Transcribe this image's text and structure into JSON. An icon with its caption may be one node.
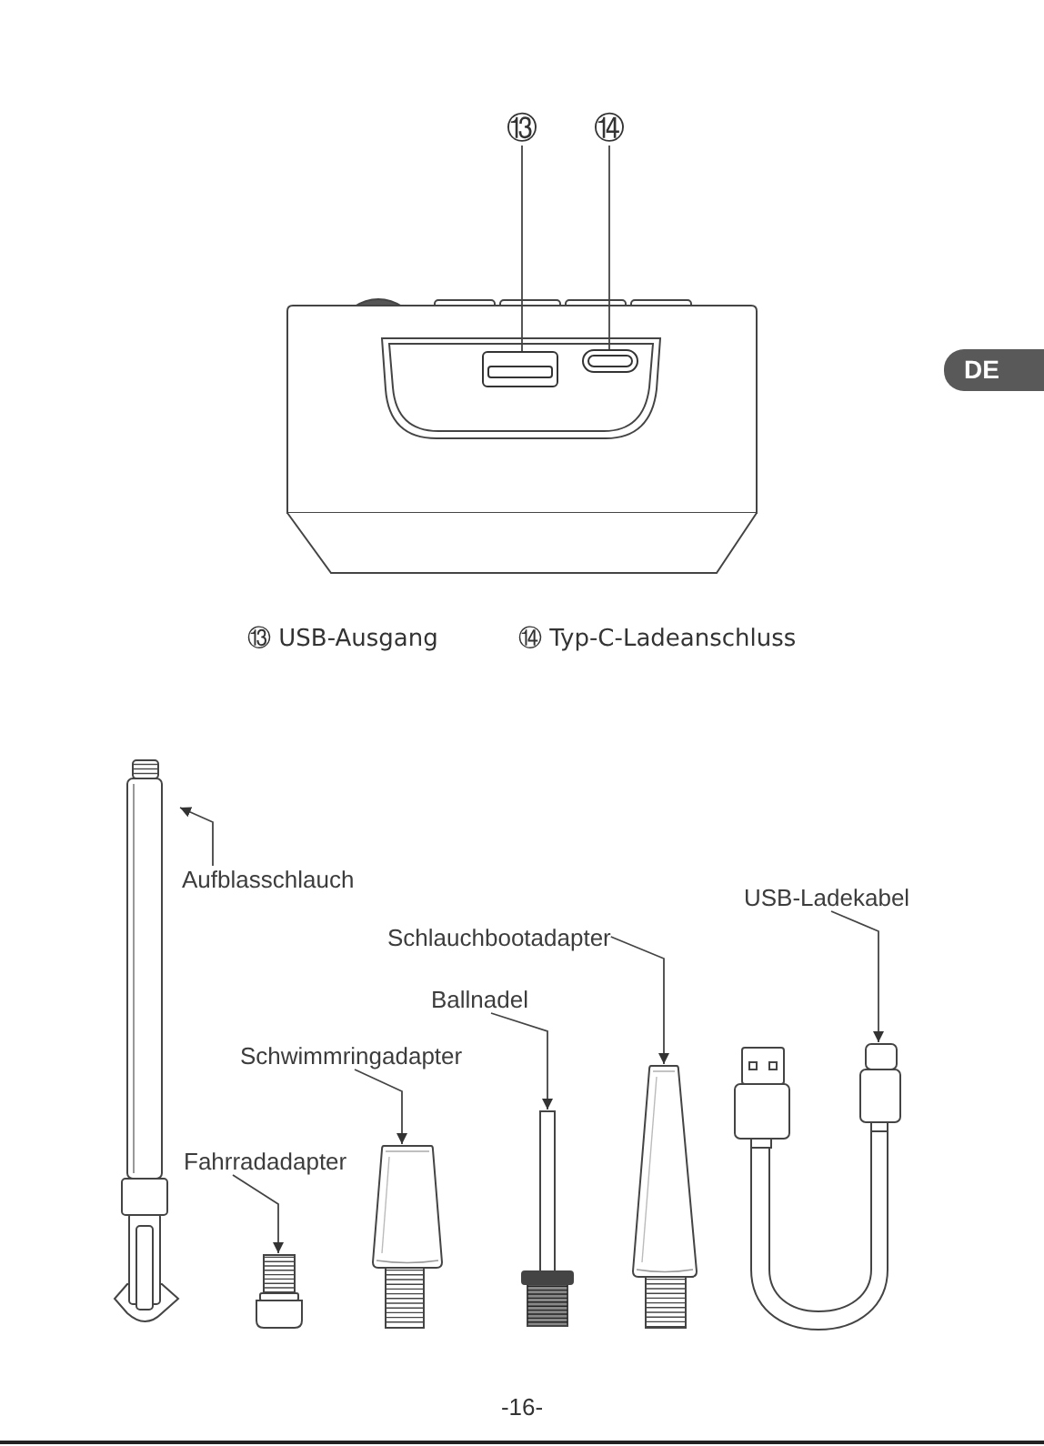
{
  "diagram": {
    "nodes": [
      {
        "text": [
          "⑬"
        ]
      },
      {
        "text": [
          "⑭"
        ]
      },
      {
        "text": [],
        "shape": "box"
      },
      {
        "text": [],
        "shape": "box"
      },
      {
        "text": [
          "Aufblasschlauch"
        ]
      },
      {
        "text": [
          "USB-Ladekabel"
        ]
      },
      {
        "text": [
          "Schlauchbootadapter"
        ]
      },
      {
        "text": [
          "Ballnadel"
        ]
      },
      {
        "text": [
          "Schwimmringadapter"
        ]
      },
      {
        "text": [
          "Fahrradadapter"
        ]
      },
      {
        "text": [],
        "shape": "picture"
      },
      {
        "text": [],
        "shape": "picture"
      },
      {
        "text": [],
        "shape": "picture"
      },
      {
        "text": [],
        "shape": "picture"
      },
      {
        "text": [],
        "shape": "picture"
      },
      {
        "text": [],
        "shape": "picture"
      }
    ],
    "edges": [
      {
        "from": 0,
        "to": 2,
        "arrow": "none"
      },
      {
        "from": 1,
        "to": 3,
        "arrow": "none"
      },
      {
        "from": 4,
        "to": 10,
        "arrow": "to"
      },
      {
        "from": 5,
        "to": 15,
        "arrow": "to"
      },
      {
        "from": 6,
        "to": 14,
        "arrow": "to"
      },
      {
        "from": 7,
        "to": 13,
        "arrow": "to"
      },
      {
        "from": 8,
        "to": 12,
        "arrow": "to"
      },
      {
        "from": 9,
        "to": 11,
        "arrow": "to"
      }
    ],
    "labels": [
      "DE",
      "⑬ USB-Ausgang",
      "⑭ Typ-C-Ladeanschluss",
      "-16-"
    ]
  }
}
